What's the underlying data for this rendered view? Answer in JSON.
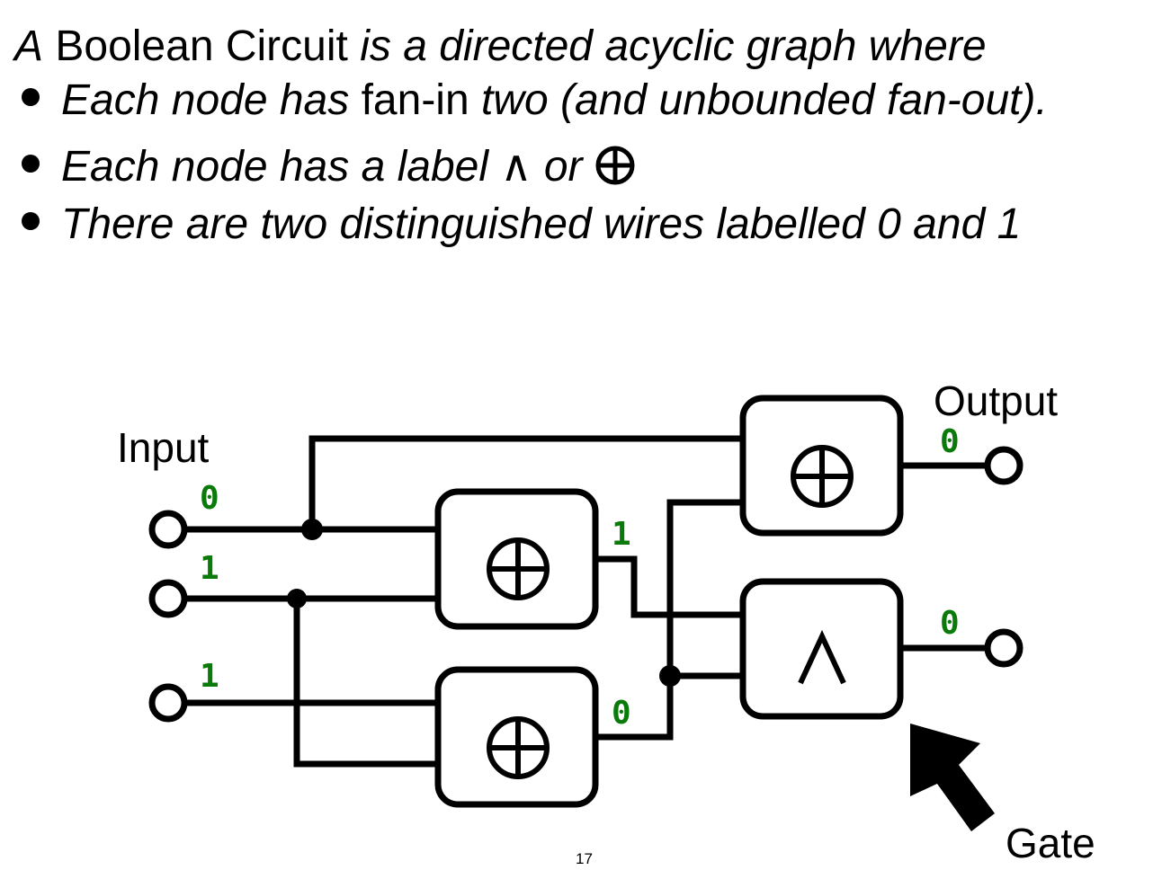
{
  "heading": {
    "prefix": "A",
    "term": " Boolean Circuit ",
    "rest": "is a directed acyclic graph where"
  },
  "bullets": [
    {
      "a": "Each node has ",
      "b": "fan-in",
      "c": " two (and unbounded fan-out)."
    },
    {
      "a": "Each node has a label ∧ or "
    },
    {
      "a": "There are two distinguished wires labelled 0 and 1"
    }
  ],
  "diagram": {
    "input_label": "Input",
    "output_label": "Output",
    "gate_label": "Gate",
    "gate_symbols": {
      "xor": "⊕",
      "and": "∧"
    },
    "wire_values": {
      "input_top": "0",
      "input_mid": "1",
      "input_bottom": "1",
      "xor_mid_out": "1",
      "xor_bottom_out": "0",
      "output_top": "0",
      "output_bottom": "0"
    },
    "colors": {
      "wire": "#000000",
      "value": "#0a7a0a"
    }
  },
  "page_number": "17"
}
